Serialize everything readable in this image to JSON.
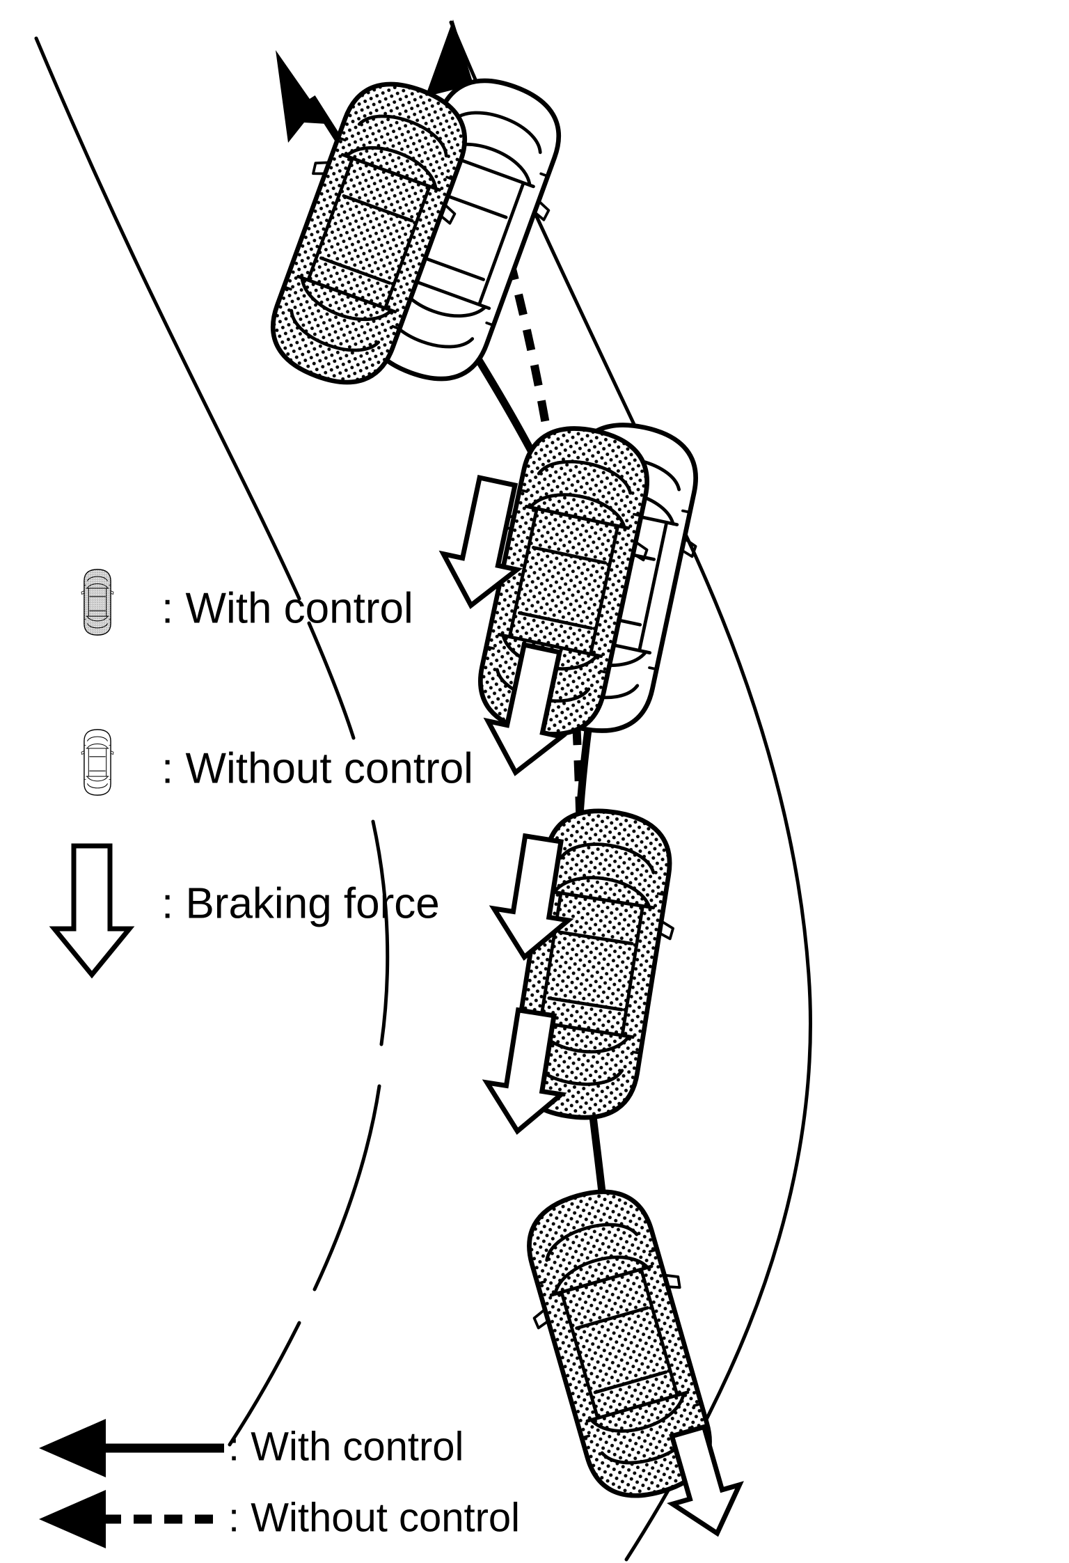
{
  "diagram": {
    "title": "Vehicle stability control on a curve",
    "colors": {
      "ink": "#000000",
      "paper": "#ffffff",
      "shaded_fill": "stipple-dot-pattern"
    }
  },
  "legend": {
    "items": [
      {
        "icon": "car-shaded-icon",
        "label": ": With control"
      },
      {
        "icon": "car-outline-icon",
        "label": ": Without control"
      },
      {
        "icon": "braking-force-arrow-icon",
        "label": ": Braking force"
      }
    ]
  },
  "trajectory_legend": {
    "items": [
      {
        "icon": "solid-arrow-icon",
        "label": ": With control"
      },
      {
        "icon": "dashed-arrow-icon",
        "label": ": Without control"
      }
    ]
  },
  "road": {
    "name": "curved-road",
    "edges": [
      "inner-edge",
      "outer-edge"
    ]
  },
  "vehicles": [
    {
      "id": "car-1-controlled",
      "type": "with-control",
      "position": "top",
      "braking_arrows": 0
    },
    {
      "id": "car-1-uncontrolled",
      "type": "without-control",
      "position": "top",
      "braking_arrows": 0
    },
    {
      "id": "car-2-controlled",
      "type": "with-control",
      "position": "upper-middle",
      "braking_arrows": 2
    },
    {
      "id": "car-2-uncontrolled",
      "type": "without-control",
      "position": "upper-middle",
      "braking_arrows": 0
    },
    {
      "id": "car-3-controlled",
      "type": "with-control",
      "position": "lower-middle",
      "braking_arrows": 2
    },
    {
      "id": "car-4-controlled",
      "type": "with-control",
      "position": "bottom",
      "braking_arrows": 1
    }
  ],
  "paths": [
    {
      "id": "with-control-path",
      "style": "solid",
      "arrowhead": "up-left"
    },
    {
      "id": "without-control-path",
      "style": "dashed",
      "arrowhead": "up"
    }
  ]
}
